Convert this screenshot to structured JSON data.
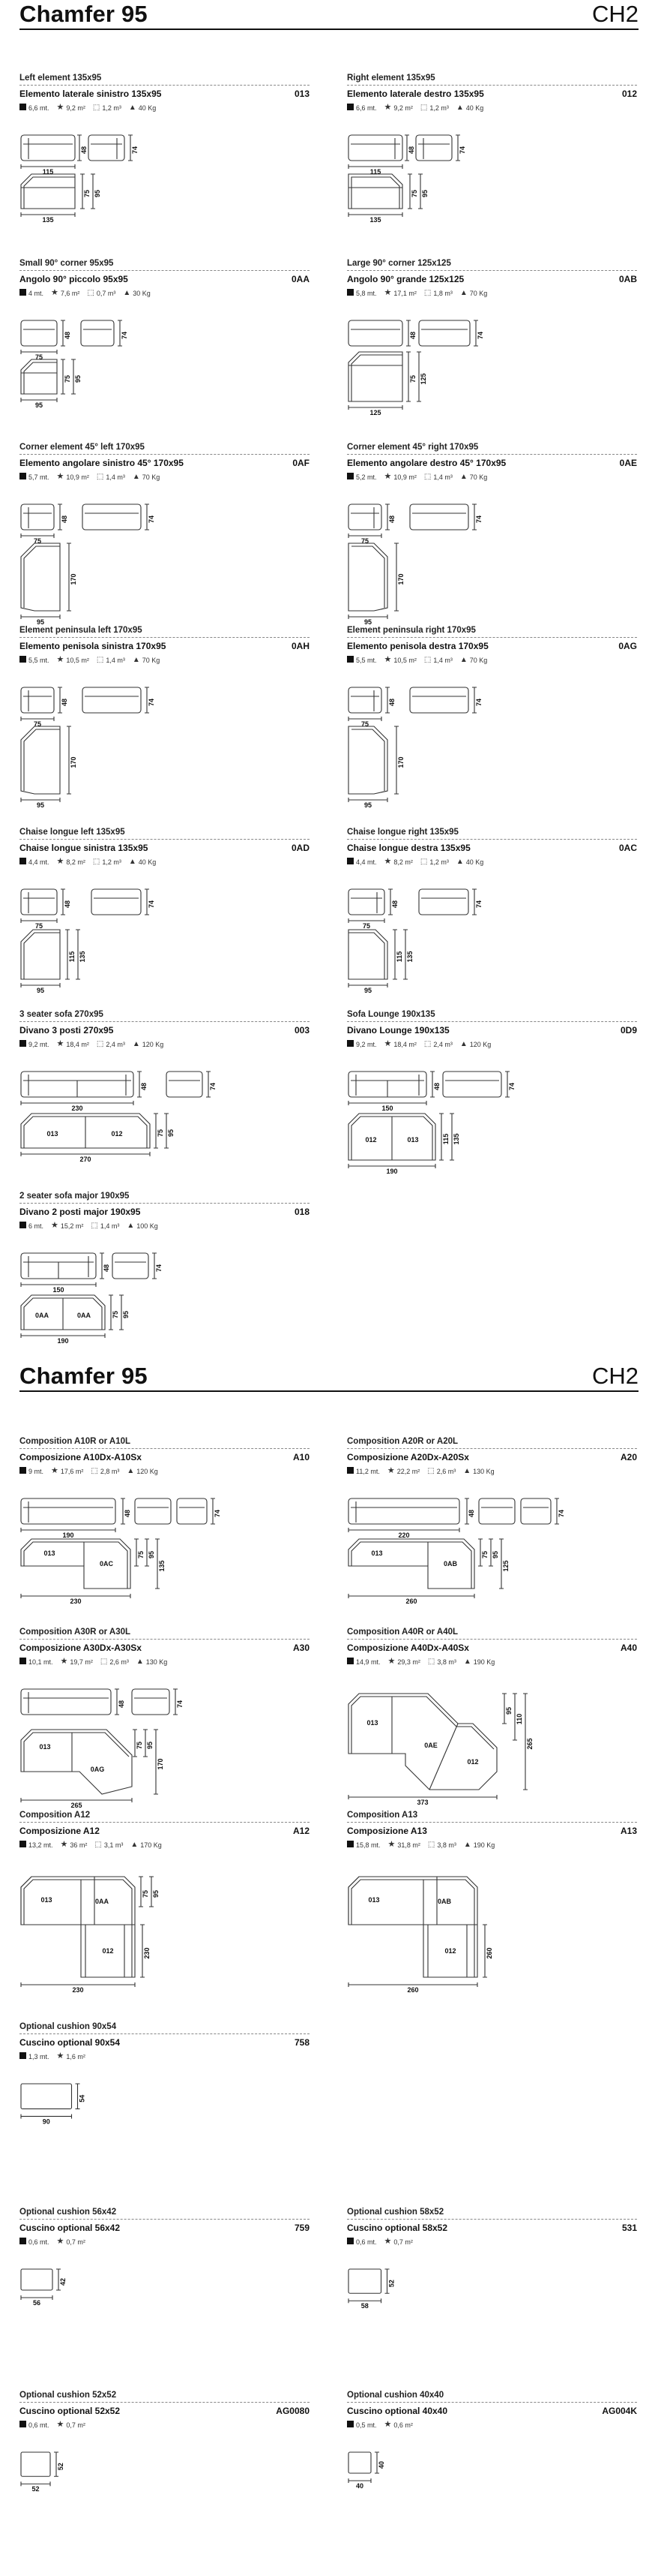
{
  "pages": [
    {
      "brand": "Chamfer 95",
      "code": "CH2",
      "items": [
        {
          "id": "left-element",
          "en": "Left element 135x95",
          "it": "Elemento laterale sinistro 135x95",
          "ref": "013",
          "specs": [
            "6,6 mt.",
            "9,2 m²",
            "1,2 m³",
            "40 Kg"
          ],
          "dims": {
            "w": "115",
            "h": "48",
            "h2": "74",
            "bw": "135",
            "b1": "75",
            "b2": "95"
          }
        },
        {
          "id": "right-element",
          "en": "Right element 135x95",
          "it": "Elemento laterale destro 135x95",
          "ref": "012",
          "specs": [
            "6,6 mt.",
            "9,2 m²",
            "1,2 m³",
            "40 Kg"
          ],
          "dims": {
            "w": "115",
            "h": "48",
            "h2": "74",
            "bw": "135",
            "b1": "75",
            "b2": "95"
          }
        },
        {
          "id": "small-corner",
          "en": "Small 90° corner 95x95",
          "it": "Angolo 90° piccolo 95x95",
          "ref": "0AA",
          "specs": [
            "4 mt.",
            "7,6 m²",
            "0,7 m³",
            "30 Kg"
          ],
          "dims": {
            "w": "75",
            "h": "48",
            "h2": "74",
            "bw": "95",
            "b1": "75",
            "b2": "95"
          }
        },
        {
          "id": "large-corner",
          "en": "Large 90° corner 125x125",
          "it": "Angolo 90° grande 125x125",
          "ref": "0AB",
          "specs": [
            "5,8 mt.",
            "17,1 m²",
            "1,8 m³",
            "70 Kg"
          ],
          "dims": {
            "w": "",
            "h": "48",
            "h2": "74",
            "bw": "125",
            "b1": "75",
            "b2": "125"
          }
        },
        {
          "id": "corner-45-left",
          "en": "Corner element 45° left 170x95",
          "it": "Elemento angolare sinistro 45° 170x95",
          "ref": "0AF",
          "specs": [
            "5,7 mt.",
            "10,9 m²",
            "1,4 m³",
            "70 Kg"
          ],
          "dims": {
            "w": "75",
            "h": "48",
            "h2": "74",
            "bw": "95",
            "b1": "170",
            "b2": ""
          }
        },
        {
          "id": "corner-45-right",
          "en": "Corner element 45° right 170x95",
          "it": "Elemento angolare destro 45° 170x95",
          "ref": "0AE",
          "specs": [
            "5,2 mt.",
            "10,9 m²",
            "1,4 m³",
            "70 Kg"
          ],
          "dims": {
            "w": "75",
            "h": "48",
            "h2": "74",
            "bw": "95",
            "b1": "170",
            "b2": ""
          }
        },
        {
          "id": "peninsula-left",
          "en": "Element peninsula left 170x95",
          "it": "Elemento penisola sinistra 170x95",
          "ref": "0AH",
          "specs": [
            "5,5 mt.",
            "10,5 m²",
            "1,4 m³",
            "70 Kg"
          ],
          "dims": {
            "w": "75",
            "h": "48",
            "h2": "74",
            "bw": "95",
            "b1": "170",
            "b2": ""
          }
        },
        {
          "id": "peninsula-right",
          "en": "Element peninsula right 170x95",
          "it": "Elemento penisola destra 170x95",
          "ref": "0AG",
          "specs": [
            "5,5 mt.",
            "10,5 m²",
            "1,4 m³",
            "70 Kg"
          ],
          "dims": {
            "w": "75",
            "h": "48",
            "h2": "74",
            "bw": "95",
            "b1": "170",
            "b2": ""
          }
        },
        {
          "id": "chaise-left",
          "en": "Chaise longue left 135x95",
          "it": "Chaise longue sinistra 135x95",
          "ref": "0AD",
          "specs": [
            "4,4 mt.",
            "8,2 m²",
            "1,2 m³",
            "40 Kg"
          ],
          "dims": {
            "w": "75",
            "h": "48",
            "h2": "74",
            "bw": "95",
            "b1": "115",
            "b2": "135"
          }
        },
        {
          "id": "chaise-right",
          "en": "Chaise longue right 135x95",
          "it": "Chaise longue destra 135x95",
          "ref": "0AC",
          "specs": [
            "4,4 mt.",
            "8,2 m²",
            "1,2 m³",
            "40 Kg"
          ],
          "dims": {
            "w": "75",
            "h": "48",
            "h2": "74",
            "bw": "95",
            "b1": "115",
            "b2": "135"
          }
        },
        {
          "id": "sofa-3",
          "en": "3 seater sofa 270x95",
          "it": "Divano 3 posti 270x95",
          "ref": "003",
          "specs": [
            "9,2 mt.",
            "18,4 m²",
            "2,4 m³",
            "120 Kg"
          ],
          "dims": {
            "w": "230",
            "h": "48",
            "h2": "74",
            "bw": "270",
            "b1": "75",
            "b2": "95",
            "m1": "013",
            "m2": "012"
          }
        },
        {
          "id": "sofa-lounge",
          "en": "Sofa Lounge 190x135",
          "it": "Divano Lounge 190x135",
          "ref": "0D9",
          "specs": [
            "9,2 mt.",
            "18,4 m²",
            "2,4 m³",
            "120 Kg"
          ],
          "dims": {
            "w": "150",
            "h": "48",
            "h2": "74",
            "bw": "190",
            "b1": "115",
            "b2": "135",
            "m1": "012",
            "m2": "013"
          }
        },
        {
          "id": "sofa-2",
          "en": "2 seater sofa major 190x95",
          "it": "Divano 2 posti major 190x95",
          "ref": "018",
          "specs": [
            "6 mt.",
            "15,2 m²",
            "1,4 m³",
            "100 Kg"
          ],
          "dims": {
            "w": "150",
            "h": "48",
            "h2": "74",
            "bw": "190",
            "b1": "75",
            "b2": "95",
            "m1": "0AA",
            "m2": "0AA"
          }
        }
      ]
    },
    {
      "brand": "Chamfer 95",
      "code": "CH2",
      "items": [
        {
          "id": "comp-a10",
          "en": "Composition A10R or A10L",
          "it": "Composizione A10Dx-A10Sx",
          "ref": "A10",
          "specs": [
            "9 mt.",
            "17,6 m²",
            "2,8 m³",
            "120 Kg"
          ],
          "dims": {
            "w": "190",
            "h": "48",
            "h2": "74",
            "bw": "230",
            "b1": "75",
            "b2": "95",
            "b3": "135",
            "m1": "013",
            "m2": "0AC"
          }
        },
        {
          "id": "comp-a20",
          "en": "Composition A20R or A20L",
          "it": "Composizione A20Dx-A20Sx",
          "ref": "A20",
          "specs": [
            "11,2 mt.",
            "22,2 m²",
            "2,6 m³",
            "130 Kg"
          ],
          "dims": {
            "w": "220",
            "h": "48",
            "h2": "74",
            "bw": "260",
            "b1": "75",
            "b2": "95",
            "b3": "125",
            "m1": "013",
            "m2": "0AB"
          }
        },
        {
          "id": "comp-a30",
          "en": "Composition A30R or A30L",
          "it": "Composizione A30Dx-A30Sx",
          "ref": "A30",
          "specs": [
            "10,1 mt.",
            "19,7 m²",
            "2,6 m³",
            "130 Kg"
          ],
          "dims": {
            "w": "",
            "h": "48",
            "h2": "74",
            "bw": "265",
            "b1": "75",
            "b2": "95",
            "b3": "170",
            "m1": "013",
            "m2": "0AG"
          }
        },
        {
          "id": "comp-a40",
          "en": "Composition A40R or A40L",
          "it": "Composizione A40Dx-A40Sx",
          "ref": "A40",
          "specs": [
            "14,9 mt.",
            "29,3 m²",
            "3,8 m³",
            "190 Kg"
          ],
          "dims": {
            "w": "",
            "h": "",
            "h2": "",
            "bw": "373",
            "b1": "95",
            "b2": "110",
            "b3": "265",
            "m1": "013",
            "m2": "0AE",
            "m3": "012"
          }
        },
        {
          "id": "comp-a12",
          "en": "Composition A12",
          "it": "Composizione A12",
          "ref": "A12",
          "specs": [
            "13,2 mt.",
            "36 m²",
            "3,1 m³",
            "170 Kg"
          ],
          "dims": {
            "w": "",
            "h": "",
            "h2": "",
            "bw": "230",
            "b1": "75",
            "b2": "95",
            "b3": "230",
            "m1": "013",
            "m2": "0AA",
            "m3": "012"
          }
        },
        {
          "id": "comp-a13",
          "en": "Composition A13",
          "it": "Composizione A13",
          "ref": "A13",
          "specs": [
            "15,8 mt.",
            "31,8 m²",
            "3,8 m³",
            "190 Kg"
          ],
          "dims": {
            "w": "",
            "h": "",
            "h2": "",
            "bw": "260",
            "b1": "",
            "b2": "",
            "b3": "260",
            "m1": "013",
            "m2": "0AB",
            "m3": "012"
          }
        },
        {
          "id": "cushion-90",
          "en": "Optional cushion 90x54",
          "it": "Cuscino optional 90x54",
          "ref": "758",
          "specs": [
            "1,3 mt.",
            "1,6 m²"
          ],
          "dims": {
            "w": "90",
            "h": "54"
          }
        },
        {
          "id": "cushion-56",
          "en": "Optional cushion 56x42",
          "it": "Cuscino optional 56x42",
          "ref": "759",
          "specs": [
            "0,6 mt.",
            "0,7 m²"
          ],
          "dims": {
            "w": "56",
            "h": "42"
          }
        },
        {
          "id": "cushion-58",
          "en": "Optional cushion 58x52",
          "it": "Cuscino optional 58x52",
          "ref": "531",
          "specs": [
            "0,6 mt.",
            "0,7 m²"
          ],
          "dims": {
            "w": "58",
            "h": "52"
          }
        },
        {
          "id": "cushion-52",
          "en": "Optional cushion 52x52",
          "it": "Cuscino optional 52x52",
          "ref": "AG0080",
          "specs": [
            "0,6 mt.",
            "0,7 m²"
          ],
          "dims": {
            "w": "52",
            "h": "52"
          }
        },
        {
          "id": "cushion-40",
          "en": "Optional cushion 40x40",
          "it": "Cuscino optional 40x40",
          "ref": "AG004K",
          "specs": [
            "0,5 mt.",
            "0,6 m²"
          ],
          "dims": {
            "w": "40",
            "h": "40"
          }
        }
      ]
    }
  ]
}
